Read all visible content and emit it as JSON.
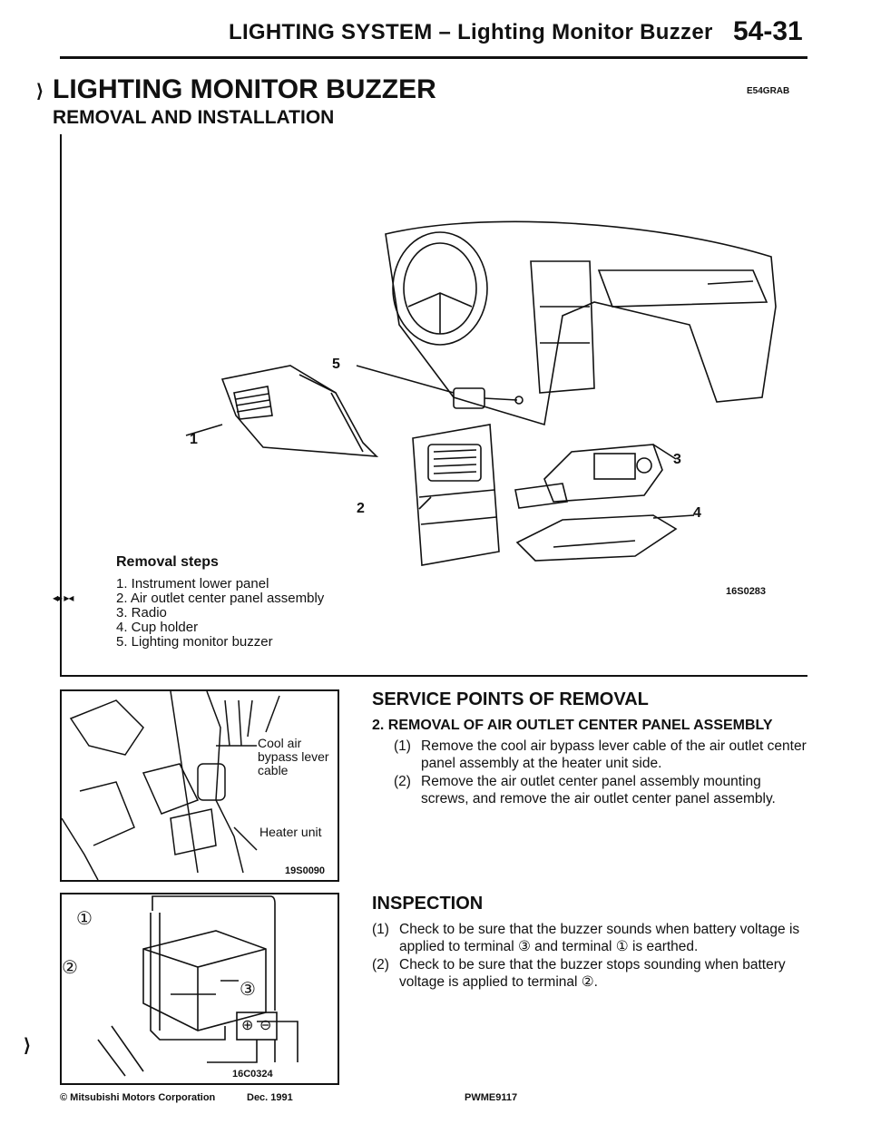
{
  "header": {
    "section": "LIGHTING SYSTEM – Lighting Monitor Buzzer",
    "page_number": "54-31"
  },
  "title": "LIGHTING MONITOR BUZZER",
  "doc_code": "E54GRAB",
  "subtitle": "REMOVAL AND INSTALLATION",
  "diagram1": {
    "callouts": [
      "1",
      "2",
      "3",
      "4",
      "5"
    ],
    "figure_code": "16S0283"
  },
  "removal": {
    "title": "Removal steps",
    "marks": "◂▸ ▸◂",
    "steps": [
      "1. Instrument lower panel",
      "2. Air outlet center panel assembly",
      "3. Radio",
      "4. Cup holder",
      "5. Lighting monitor buzzer"
    ]
  },
  "figure2": {
    "label_cable": "Cool air bypass lever cable",
    "label_heater": "Heater unit",
    "code": "19S0090"
  },
  "figure3": {
    "terminals": [
      "①",
      "②",
      "③"
    ],
    "battery_plus": "⊕",
    "battery_minus": "⊖",
    "code": "16C0324"
  },
  "service": {
    "heading": "SERVICE POINTS OF REMOVAL",
    "subheading": "2. REMOVAL OF AIR OUTLET CENTER PANEL ASSEMBLY",
    "items": [
      {
        "num": "(1)",
        "text": "Remove the cool air bypass lever cable of the air outlet center panel assembly at the heater unit side."
      },
      {
        "num": "(2)",
        "text": "Remove the air outlet center panel assembly mounting screws, and remove the air outlet center panel assembly."
      }
    ]
  },
  "inspection": {
    "heading": "INSPECTION",
    "items": [
      {
        "num": "(1)",
        "text": "Check to be sure that the buzzer sounds when battery voltage is applied to terminal ③ and terminal ① is earthed."
      },
      {
        "num": "(2)",
        "text": "Check to be sure that the buzzer stops sounding when battery voltage is applied to terminal ②."
      }
    ]
  },
  "footer": {
    "copyright": "© Mitsubishi Motors Corporation",
    "date": "Dec. 1991",
    "code": "PWME9117"
  }
}
